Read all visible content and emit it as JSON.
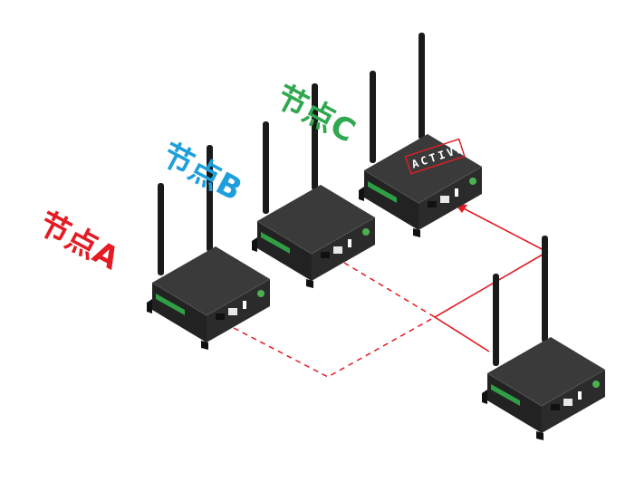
{
  "nodes": {
    "a": {
      "label": "节点A",
      "color": "#e31b23"
    },
    "b": {
      "label": "节点B",
      "color": "#1e9fdc"
    },
    "c": {
      "label": "节点C",
      "color": "#2fa84f"
    }
  },
  "status": {
    "active_label": "ACTIVE",
    "color": "#d91f26"
  },
  "links": {
    "active_color": "#e31b23",
    "standby_color": "#e31b23",
    "standby_style": "dashed"
  }
}
